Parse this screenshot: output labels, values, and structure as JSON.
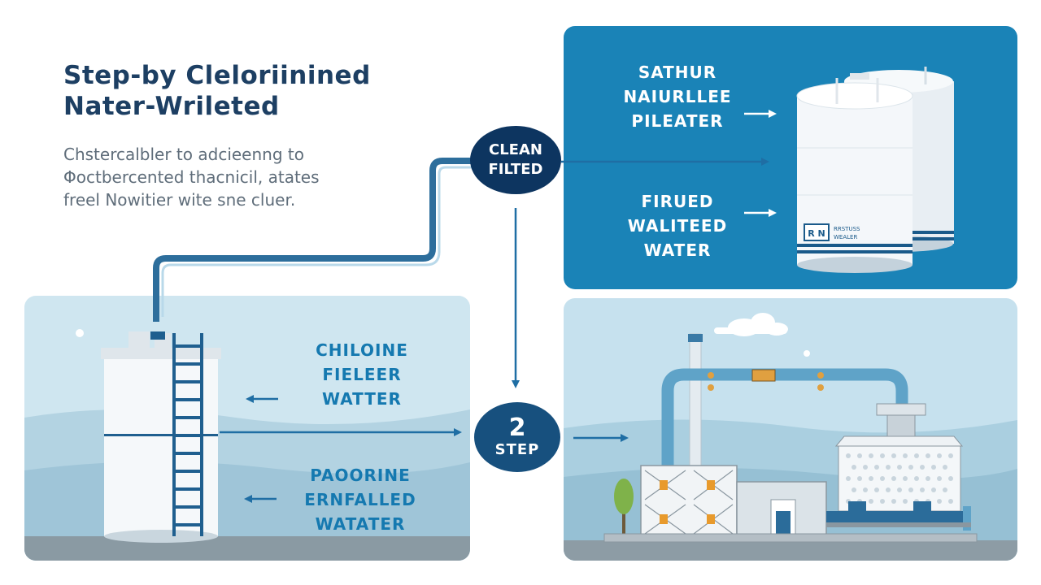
{
  "header": {
    "title_line1": "Step-by Cleloriinined",
    "title_line2": "Nater-Wrileted",
    "desc_line1": "Chstercalbler to adcieenng to",
    "desc_line2": "Φoctbercented thacnicil, atates",
    "desc_line3": "freel Nowitier wite sne cluer."
  },
  "badges": {
    "clean": {
      "line1": "CLEAN",
      "line2": "FILTED"
    },
    "step": {
      "number": "2",
      "label": "STEP"
    }
  },
  "top_right_panel": {
    "label_a": [
      "SATHUR",
      "NAIURLLEE",
      "PILEATER"
    ],
    "label_b": [
      "FIRUED",
      "WALITEED",
      "WATER"
    ],
    "tank_logo": "RRSTUSS",
    "tank_logo_sub": "WEALER"
  },
  "bottom_left_panel": {
    "label_a": [
      "CHILOINE",
      "FIELEER",
      "WATTER"
    ],
    "label_b": [
      "PAOORINE",
      "ERNFALLED",
      "WATATER"
    ]
  },
  "colors": {
    "title": "#1d3f63",
    "accent_blue": "#1a83b7",
    "dark_navy": "#0d3560",
    "pipe": "#2d6e9c",
    "panel_light": "#cfe6f0"
  }
}
